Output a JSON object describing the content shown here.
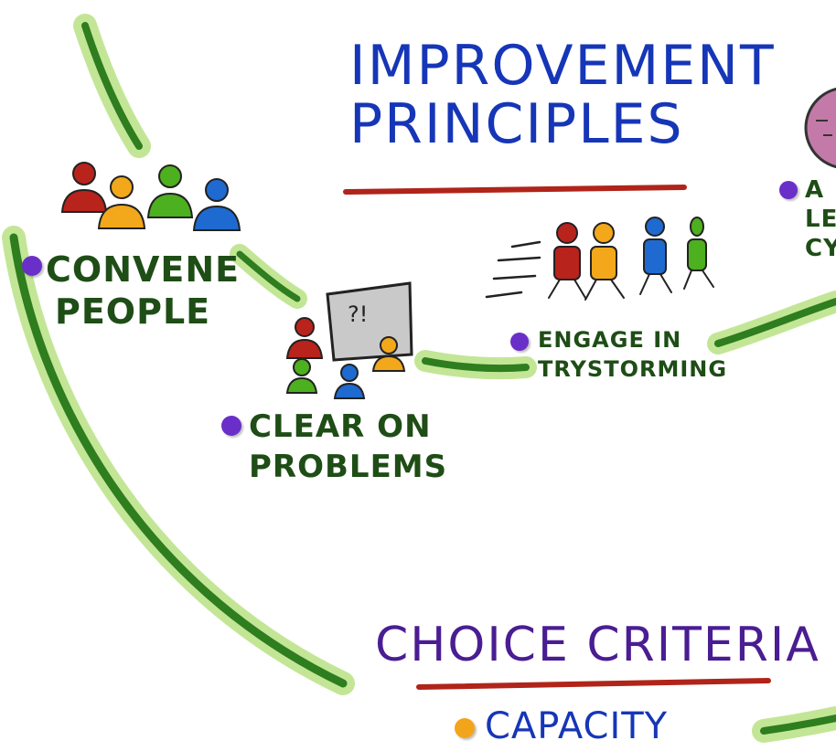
{
  "titles": {
    "improvement": [
      "IMPROVEMENT",
      "PRINCIPLES"
    ],
    "choice": "CHOICE CRITERIA"
  },
  "nodes": {
    "convene": [
      "CONVENE",
      "PEOPLE"
    ],
    "clear": [
      "CLEAR ON",
      "PROBLEMS"
    ],
    "engage": [
      "ENGAGE IN",
      "TRYSTORMING"
    ],
    "cut_off": [
      "A",
      "LE",
      "CY"
    ],
    "capacity": "CAPACITY"
  },
  "sign_text": "?!",
  "colors": {
    "title_blue": "#1636b8",
    "title_purple": "#4a1d92",
    "underline_red": "#b0241a",
    "label_green": "#1e4d16",
    "path_green": "#2e7d1e",
    "path_glow": "#b4e07c",
    "bullet_purple": "#6a2fc9",
    "bullet_orange": "#f2a51a",
    "person_red": "#b8231c",
    "person_orange": "#f2a81a",
    "person_green": "#4db01e",
    "person_blue": "#1e6ad0"
  },
  "icons": [
    "people-group-icon",
    "presentation-board-icon",
    "running-people-icon",
    "clock-icon"
  ]
}
